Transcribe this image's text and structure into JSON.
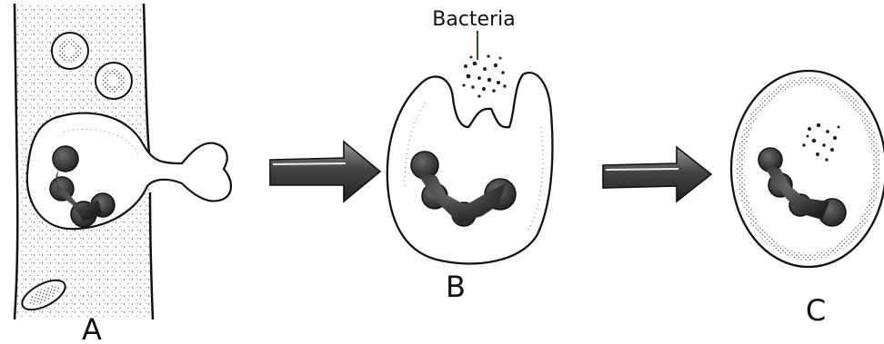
{
  "diagram": {
    "annotation": "Bacteria",
    "panels": [
      {
        "label": "A"
      },
      {
        "label": "B"
      },
      {
        "label": "C"
      }
    ]
  }
}
